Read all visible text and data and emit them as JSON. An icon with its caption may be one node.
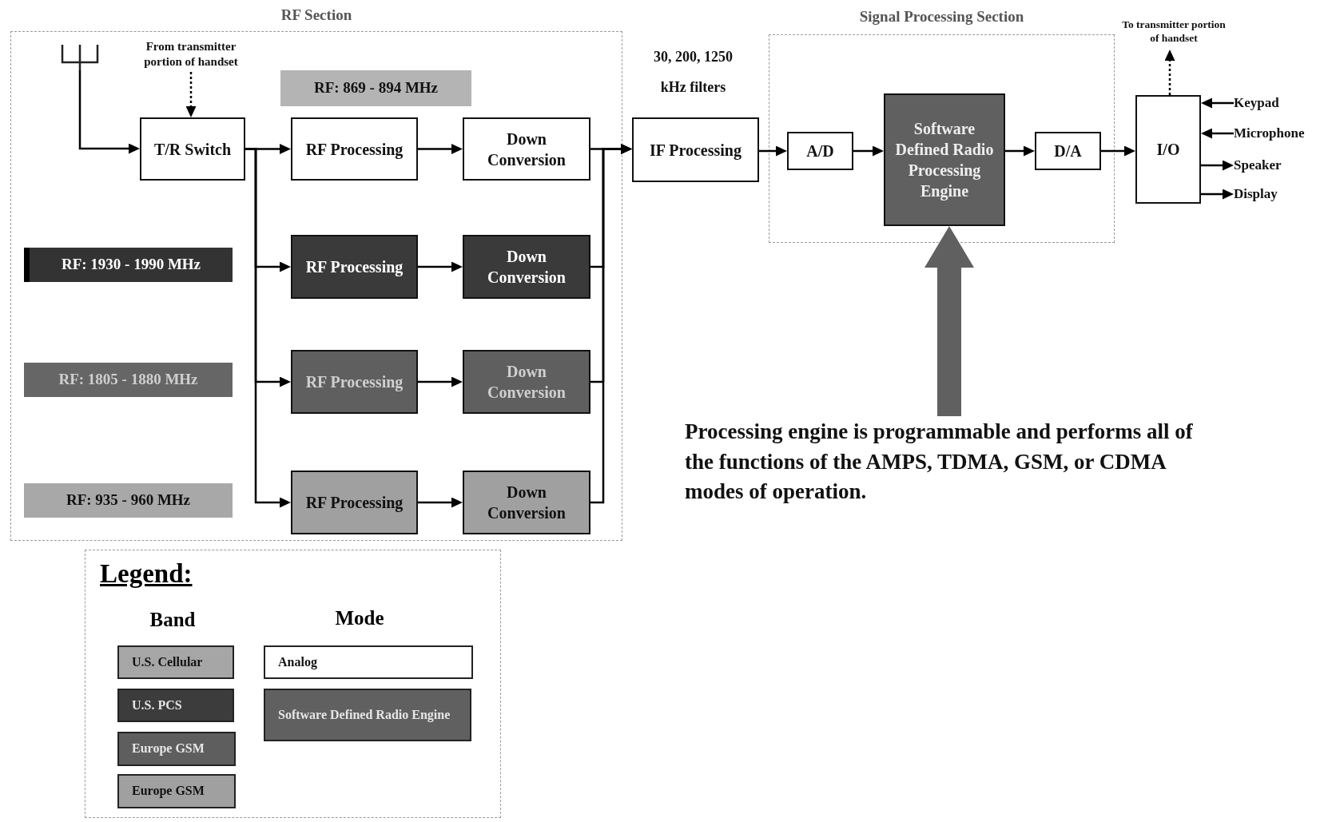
{
  "diagram": {
    "nodes": [
      {
        "text": [
          "RF Section"
        ]
      },
      {
        "text": [
          "Signal Processing Section"
        ]
      },
      {
        "text": [],
        "shape": "antenna",
        "in": 0
      },
      {
        "text": [
          "From transmitter portion of handset"
        ],
        "in": 0
      },
      {
        "text": [
          "T/R Switch"
        ],
        "in": 0
      },
      {
        "text": [
          "RF: 869 - 894 MHz"
        ],
        "in": 0
      },
      {
        "text": [
          "RF Processing"
        ],
        "in": 0
      },
      {
        "text": [
          "Down Conversion"
        ],
        "in": 0
      },
      {
        "text": [
          "RF: 1930 - 1990  MHz"
        ],
        "in": 0
      },
      {
        "text": [
          "RF Processing"
        ],
        "in": 0
      },
      {
        "text": [
          "Down Conversion"
        ],
        "in": 0
      },
      {
        "text": [
          "RF: 1805 - 1880 MHz"
        ],
        "in": 0
      },
      {
        "text": [
          "RF Processing"
        ],
        "in": 0
      },
      {
        "text": [
          "Down Conversion"
        ],
        "in": 0
      },
      {
        "text": [
          "RF: 935 - 960 MHz"
        ],
        "in": 0
      },
      {
        "text": [
          "RF Processing"
        ],
        "in": 0
      },
      {
        "text": [
          "Down Conversion"
        ],
        "in": 0
      },
      {
        "text": [
          "IF Processing"
        ],
        "beside": [
          "30, 200, 1250 kHz filters"
        ]
      },
      {
        "text": [
          "A/D"
        ],
        "in": 1
      },
      {
        "text": [
          "Software Defined Radio Processing Engine"
        ],
        "in": 1
      },
      {
        "text": [
          "D/A"
        ],
        "in": 1
      },
      {
        "text": [
          "I/O"
        ]
      },
      {
        "text": [
          "To transmitter portion of handset"
        ]
      },
      {
        "text": [
          "Keypad"
        ]
      },
      {
        "text": [
          "Microphone"
        ]
      },
      {
        "text": [
          "Speaker"
        ]
      },
      {
        "text": [
          "Display"
        ]
      },
      {
        "text": [
          "Processing engine is programmable and performs all of the functions of the AMPS, TDMA, GSM, or CDMA modes of operation."
        ]
      }
    ],
    "edges": [
      {
        "from": 2,
        "to": 4,
        "arrow": "to"
      },
      {
        "from": 3,
        "to": 4,
        "arrow": "to",
        "style": "dashed"
      },
      {
        "from": 4,
        "to": 6,
        "arrow": "to"
      },
      {
        "from": 4,
        "to": 9,
        "arrow": "to"
      },
      {
        "from": 4,
        "to": 12,
        "arrow": "to"
      },
      {
        "from": 4,
        "to": 15,
        "arrow": "to"
      },
      {
        "from": 6,
        "to": 7,
        "arrow": "to"
      },
      {
        "from": 9,
        "to": 10,
        "arrow": "to"
      },
      {
        "from": 12,
        "to": 13,
        "arrow": "to"
      },
      {
        "from": 15,
        "to": 16,
        "arrow": "to"
      },
      {
        "from": 7,
        "to": 17,
        "arrow": "to"
      },
      {
        "from": 10,
        "to": 17,
        "arrow": "to"
      },
      {
        "from": 13,
        "to": 17,
        "arrow": "to"
      },
      {
        "from": 16,
        "to": 17,
        "arrow": "to"
      },
      {
        "from": 17,
        "to": 18,
        "arrow": "to"
      },
      {
        "from": 18,
        "to": 19,
        "arrow": "to"
      },
      {
        "from": 19,
        "to": 20,
        "arrow": "to"
      },
      {
        "from": 20,
        "to": 21,
        "arrow": "to"
      },
      {
        "from": 21,
        "to": 22,
        "arrow": "to",
        "style": "dashed"
      },
      {
        "from": 23,
        "to": 21,
        "arrow": "to"
      },
      {
        "from": 24,
        "to": 21,
        "arrow": "to"
      },
      {
        "from": 21,
        "to": 25,
        "arrow": "to"
      },
      {
        "from": 21,
        "to": 26,
        "arrow": "to"
      },
      {
        "from": 27,
        "to": 19,
        "arrow": "to",
        "style": "thick",
        "color": "#606060"
      }
    ],
    "labels": [
      "Legend:",
      "Band",
      "Mode"
    ],
    "legend": [
      {
        "text": "U.S. Cellular",
        "color": "#a6a6a6"
      },
      {
        "text": "U.S. PCS",
        "color": "#3c3c3c"
      },
      {
        "text": "Europe GSM",
        "color": "#5e5e5e"
      },
      {
        "text": "Europe GSM",
        "color": "#a0a0a0"
      },
      {
        "text": "Analog",
        "color": "#ffffff"
      },
      {
        "text": "Software Defined Radio Engine",
        "color": "#606060"
      }
    ]
  }
}
